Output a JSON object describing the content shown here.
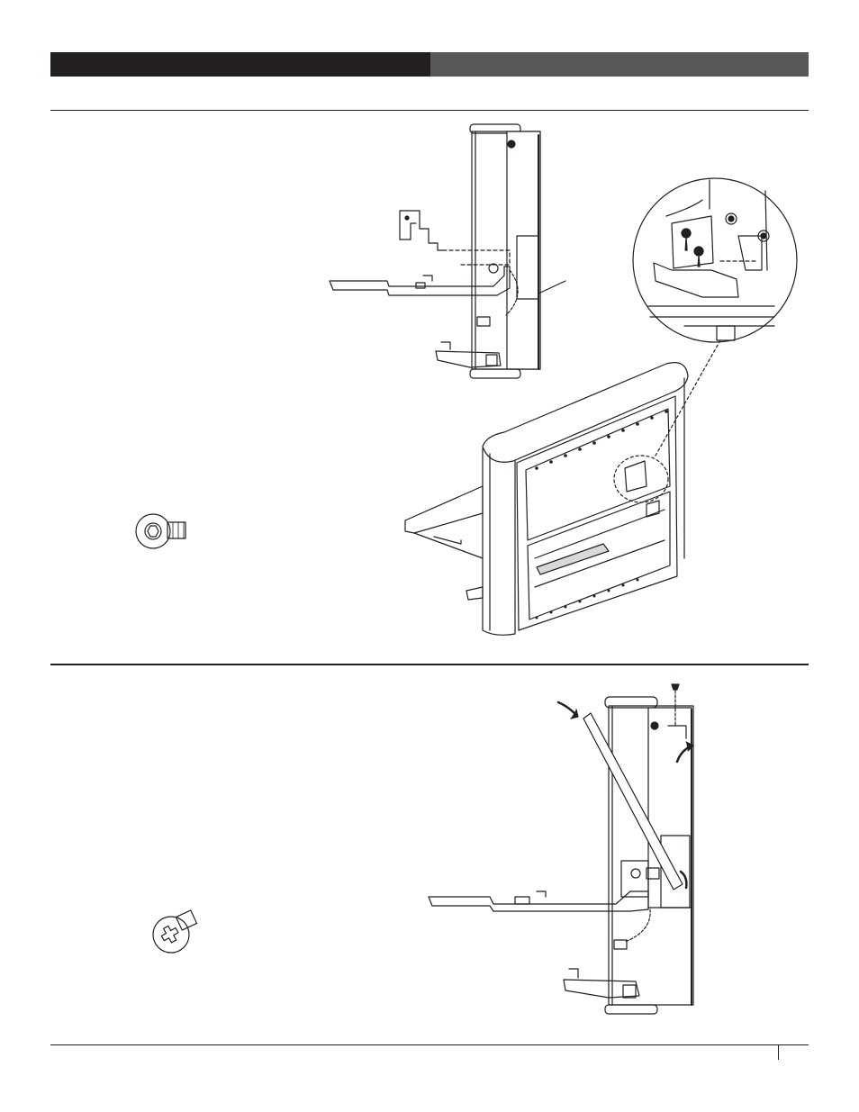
{
  "document": {
    "header": {
      "left_color": "#231f20",
      "right_color": "#58585a"
    },
    "sections": [
      {
        "id": "step-1",
        "figures": [
          "side-view-bracket-mount",
          "detail-circle-keyhole-bracket",
          "perspective-cabinet-frame",
          "binding-screw"
        ]
      },
      {
        "id": "step-2",
        "figures": [
          "side-view-support-rod",
          "phillips-screw"
        ]
      }
    ]
  }
}
